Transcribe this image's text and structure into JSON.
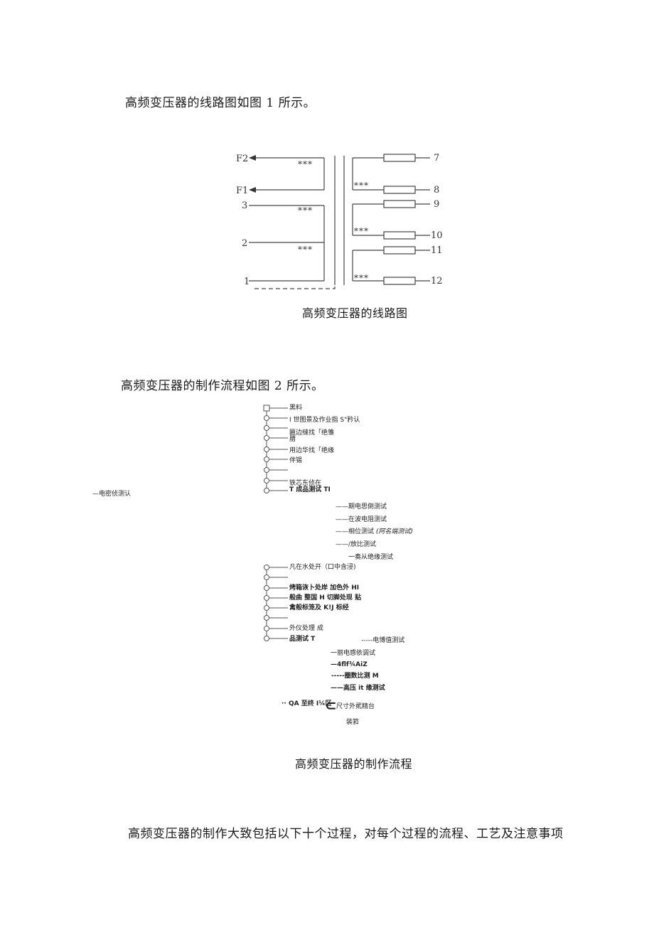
{
  "para1": "高频变压器的线路图如图 1 所示。",
  "diagram": {
    "label_f2": "F2",
    "label_f1": "F1",
    "label_3": "3",
    "label_2": "2",
    "label_1": "1",
    "label_7": "7",
    "label_8": "8",
    "label_9": "9",
    "label_10": "10",
    "label_11": "11",
    "label_12": "12",
    "dots": "***"
  },
  "caption1": "高频变压器的线路图",
  "para2": "高频变压器的制作流程如图 2 所示。",
  "flow": {
    "step1": "黑料",
    "step2": "I 世图景及作业指 S\"矜认",
    "step3": "匾边缝找「绝雏",
    "step3b": "腊",
    "step4": "用边华找「绝缘",
    "step5": "伴锡",
    "step6": "铁芯东侦在",
    "step7": "T 成品测试 TI",
    "left_note": "—电密侦测认",
    "test1": "——期电思倒测试",
    "test2": "——在波电阻测试",
    "test3a": "——相位测试",
    "test3b": "(阿名端测试)",
    "test4": "——/放比测试",
    "test5": "一奏从绝缘测试",
    "step8": "凡在水处开（口中含浸)",
    "step9": "烤箱诙卜处岸 加色外 HI",
    "step10": "般曲 整国 H 切脚处现 贴",
    "step11": "禽般标笼及 K!J 标经",
    "step12": "外仪处理 成",
    "step13": "品测试 T",
    "ftest1": "-----电博值测试",
    "ftest2": "一丽电感依调试",
    "ftest3": "—4flf¾AiZ",
    "ftest4": "-----圈数比测 M",
    "ftest5": "——高压 it 缘测试",
    "qa_left": "·· QA 至终 I¼区",
    "qa_bracket": "⊂",
    "qa_right": "尺寸外貮精台",
    "pack": "装筘"
  },
  "caption2": "高频变压器的制作流程",
  "para3": "高频变压器的制作大致包括以下十个过程，对每个过程的流程、工艺及注意事项"
}
